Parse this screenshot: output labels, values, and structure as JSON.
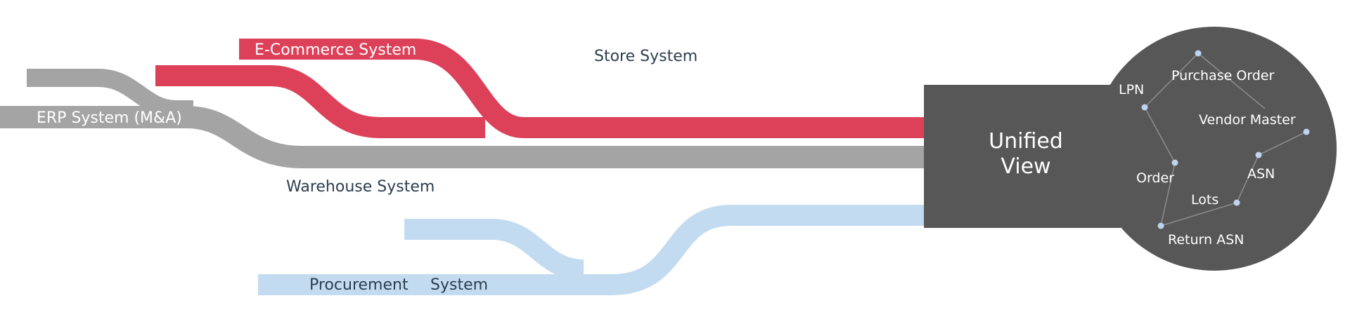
{
  "colors": {
    "ecommerce": "#dc4159",
    "erp": "#a4a4a4",
    "procurement": "#c3dbf1",
    "unified_bg": "#575757",
    "node_dot": "#bcd4ee",
    "dark_text": "#2c3e50"
  },
  "systems": {
    "ecommerce": "E-Commerce System",
    "store": "Store System",
    "erp": "ERP System (M&A)",
    "warehouse": "Warehouse System",
    "procurement_word1": "Procurement",
    "procurement_word2": "System"
  },
  "unified_view": {
    "line1": "Unified",
    "line2": "View"
  },
  "entities": {
    "purchase_order": "Purchase Order",
    "lpn": "LPN",
    "vendor_master": "Vendor Master",
    "asn": "ASN",
    "order": "Order",
    "lots": "Lots",
    "return_asn": "Return ASN"
  }
}
